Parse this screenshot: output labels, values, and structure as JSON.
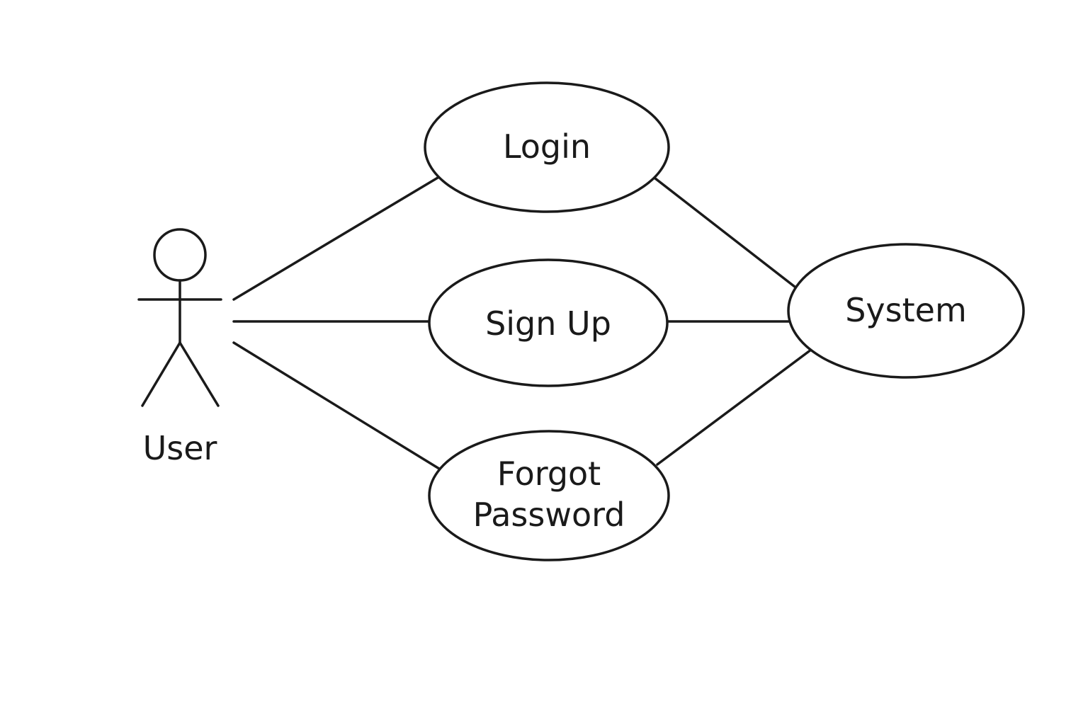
{
  "diagram": {
    "type": "use-case",
    "actor": {
      "label": "User",
      "icon": "stick-figure-icon"
    },
    "use_cases": {
      "login": "Login",
      "sign_up": "Sign Up",
      "forgot_password_line1": "Forgot",
      "forgot_password_line2": "Password",
      "system": "System"
    },
    "associations": [
      {
        "from": "User",
        "to": "Login"
      },
      {
        "from": "User",
        "to": "Sign Up"
      },
      {
        "from": "User",
        "to": "Forgot Password"
      },
      {
        "from": "Login",
        "to": "System"
      },
      {
        "from": "Sign Up",
        "to": "System"
      },
      {
        "from": "Forgot Password",
        "to": "System"
      }
    ],
    "colors": {
      "stroke": "#1a1a1a",
      "background": "#ffffff"
    }
  }
}
